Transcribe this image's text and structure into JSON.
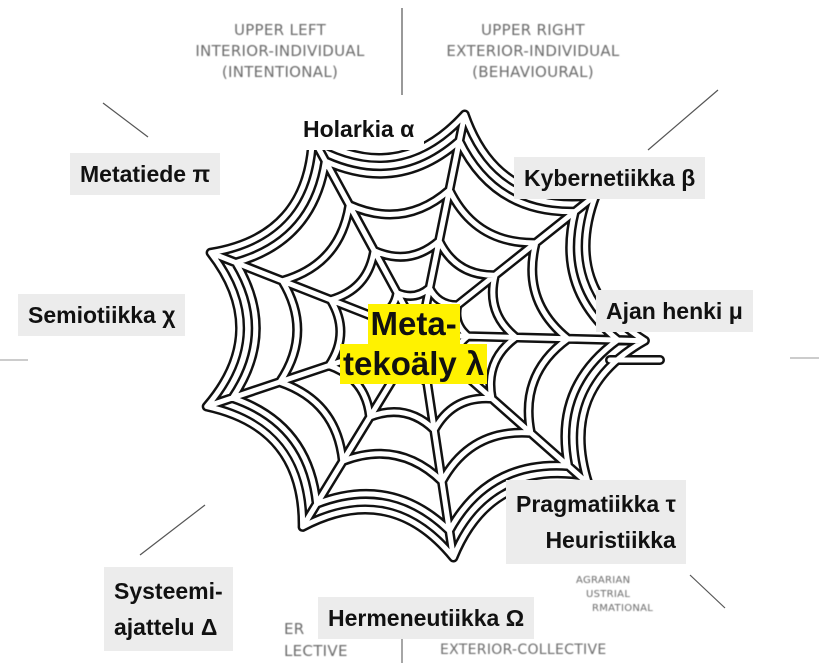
{
  "quadrants": {
    "upper_left": [
      "UPPER LEFT",
      "INTERIOR-INDIVIDUAL",
      "(INTENTIONAL)"
    ],
    "upper_right": [
      "UPPER RIGHT",
      "EXTERIOR-INDIVIDUAL",
      "(BEHAVIOURAL)"
    ],
    "lower_left_fragment": [
      "ER",
      "LECTIVE"
    ],
    "lower_right_fragment": [
      "AGRARIAN",
      "USTRIAL",
      "RMATIONAL",
      "EXTERIOR-COLLECTIVE"
    ]
  },
  "nodes": {
    "holarkia": "Holarkia α",
    "metatiede": "Metatiede π",
    "kybernetiikka": "Kybernetiikka β",
    "semiotiikka": "Semiotiikka χ",
    "ajan_henki": "Ajan henki μ",
    "pragmatiikka": "Pragmatiikka τ",
    "heuristiikka": "Heuristiikka",
    "systeemi_line1": "Systeemi-",
    "systeemi_line2": "ajattelu Δ",
    "hermeneutiikka": "Hermeneutiikka Ω"
  },
  "center": {
    "line1": "Meta-",
    "line2": "tekoäly  λ"
  },
  "colors": {
    "highlight": "#fff200",
    "label_bg": "#ececec",
    "web_stroke": "#111111"
  }
}
